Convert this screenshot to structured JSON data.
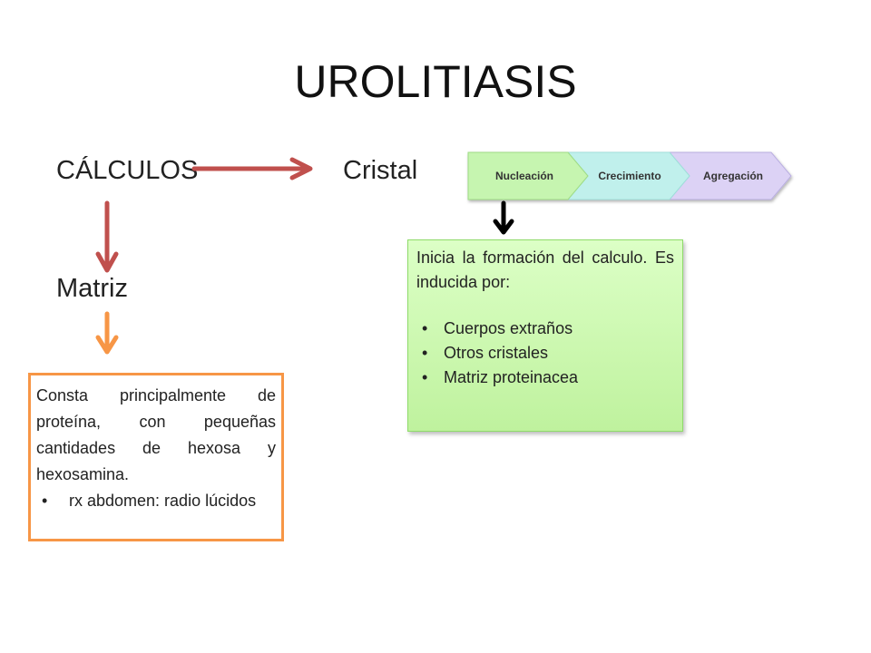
{
  "title": "UROLITIASIS",
  "calculos_label": "CÁLCULOS",
  "cristal_label": "Cristal",
  "matriz_label": "Matriz",
  "process_steps": [
    {
      "label": "Nucleación",
      "color": "#c6f5b0"
    },
    {
      "label": "Crecimiento",
      "color": "#c0f0ec"
    },
    {
      "label": "Agregación",
      "color": "#dcd2f5"
    }
  ],
  "nucleation_box": {
    "intro": "Inicia la formación del calculo. Es inducida por:",
    "items": [
      "Cuerpos extraños",
      "Otros cristales",
      "Matriz proteinacea"
    ]
  },
  "matrix_box": {
    "text": "Consta principalmente de proteína, con pequeñas cantidades de hexosa y hexosamina.",
    "bullet": "rx abdomen: radio lúcidos"
  },
  "colors": {
    "red_arrow": "#c0504d",
    "orange_arrow": "#f79646",
    "orange_border": "#f79646",
    "green_fill": "#c9f5ab"
  }
}
